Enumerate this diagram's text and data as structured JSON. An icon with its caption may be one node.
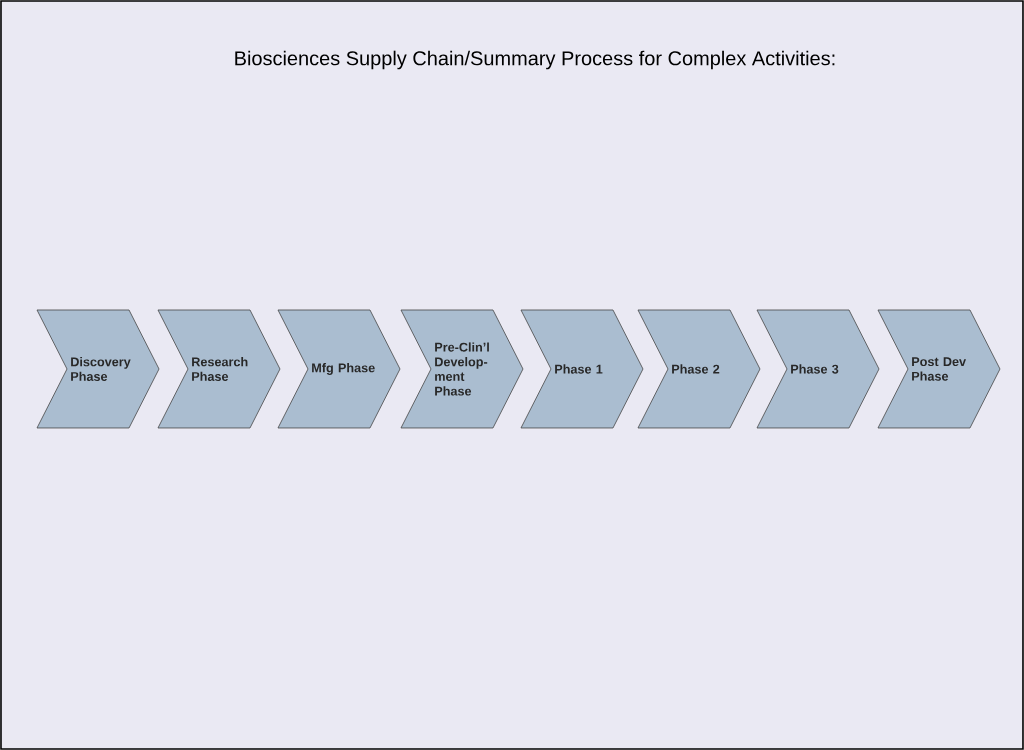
{
  "diagram": {
    "title": "Biosciences Supply Chain/Summary Process for Complex Activities:",
    "nodes": [
      {
        "text": [
          "Discovery Phase"
        ]
      },
      {
        "text": [
          "Research Phase"
        ]
      },
      {
        "text": [
          "Mfg Phase"
        ]
      },
      {
        "text": [
          "Pre-Clin’l Develop- ment Phase"
        ]
      },
      {
        "text": [
          "Phase 1"
        ]
      },
      {
        "text": [
          "Phase 2"
        ]
      },
      {
        "text": [
          "Phase 3"
        ]
      },
      {
        "text": [
          "Post Dev Phase"
        ]
      }
    ]
  }
}
